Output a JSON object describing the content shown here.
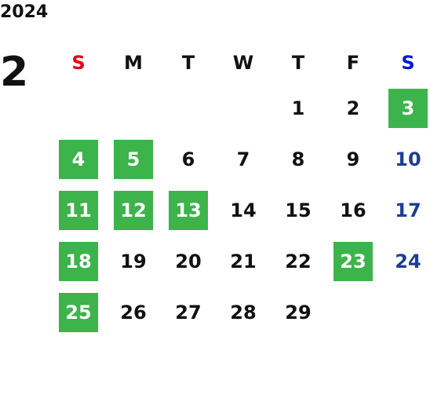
{
  "calendar": {
    "year": "2024",
    "month": "2",
    "weekdays": [
      "S",
      "M",
      "T",
      "W",
      "T",
      "F",
      "S"
    ],
    "colors": {
      "sunday_header": "#e60012",
      "saturday_header": "#0018d6",
      "sunday_date": "#1c3f94",
      "highlight_bg": "#3cb44b",
      "highlight_text": "#ffffff",
      "text": "#111111"
    },
    "weeks": [
      [
        null,
        null,
        null,
        null,
        "1",
        "2",
        "3"
      ],
      [
        "4",
        "5",
        "6",
        "7",
        "8",
        "9",
        "10"
      ],
      [
        "11",
        "12",
        "13",
        "14",
        "15",
        "16",
        "17"
      ],
      [
        "18",
        "19",
        "20",
        "21",
        "22",
        "23",
        "24"
      ],
      [
        "25",
        "26",
        "27",
        "28",
        "29",
        null,
        null
      ]
    ],
    "highlighted_dates": [
      "3",
      "4",
      "5",
      "11",
      "12",
      "13",
      "18",
      "23",
      "25"
    ]
  }
}
